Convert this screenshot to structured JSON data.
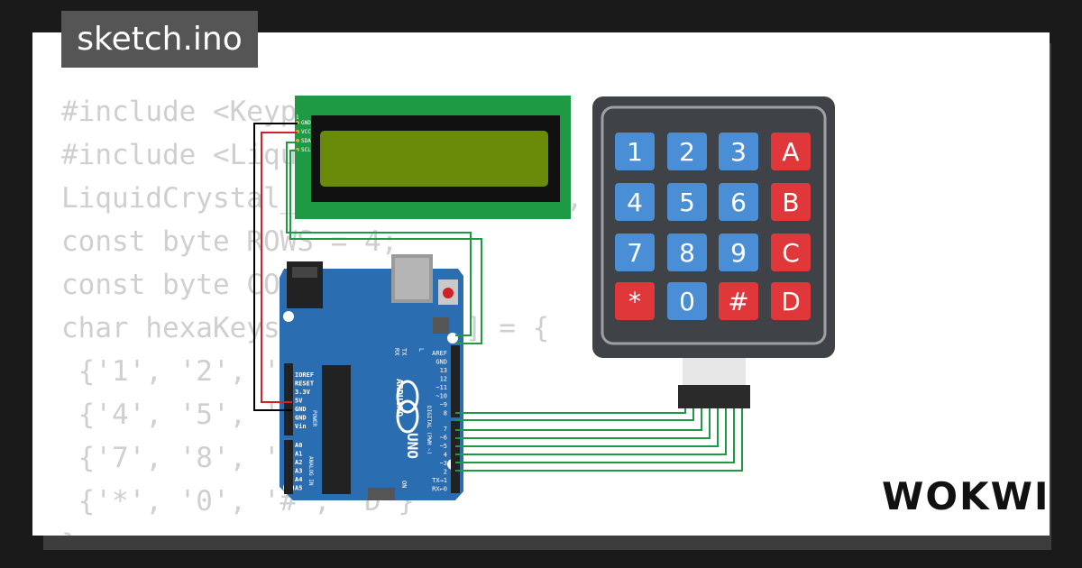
{
  "title": "sketch.ino",
  "logo_text": "WOKWI",
  "code_lines": [
    "#include <Keypad.h>",
    "#include <LiquidCrystal_I2C.h>",
    "LiquidCrystal_I2C lcd(0x27, 16, 2);",
    "const byte ROWS = 4;",
    "const byte COLS = 4;",
    "char hexaKeys[ROWS][COLS] = {",
    " {'1', '2', '3', 'A'},",
    " {'4', '5', '6', 'B'},",
    " {'7', '8', '9', 'C'},",
    " {'*', '0', '#', 'D'}",
    "};"
  ],
  "lcd": {
    "pins": [
      "GND",
      "VCC",
      "SDA",
      "SCL"
    ],
    "pin_one": "1"
  },
  "keypad": {
    "rows": [
      [
        "1",
        "2",
        "3",
        "A"
      ],
      [
        "4",
        "5",
        "6",
        "B"
      ],
      [
        "7",
        "8",
        "9",
        "C"
      ],
      [
        "*",
        "0",
        "#",
        "D"
      ]
    ],
    "colors": {
      "digit": "#4a8fd6",
      "letter": "#e0383a",
      "body": "#3f4247"
    }
  },
  "arduino": {
    "model": "UNO",
    "brand": "ARDUINO",
    "power_pins": [
      "IOREF",
      "RESET",
      "3.3V",
      "5V",
      "GND",
      "GND",
      "Vin"
    ],
    "power_label": "POWER",
    "analog_pins": [
      "A0",
      "A1",
      "A2",
      "A3",
      "A4",
      "A5"
    ],
    "analog_label": "ANALOG IN",
    "digital_top_pins": [
      "AREF",
      "GND",
      "13",
      "12",
      "~11",
      "~10",
      "~9",
      "8"
    ],
    "digital_bottom_pins": [
      "7",
      "~6",
      "~5",
      "4",
      "~3",
      "2",
      "TX→1",
      "RX←0"
    ],
    "digital_label": "DIGITAL (PWM ~)",
    "tx_label": "TX",
    "rx_label": "RX",
    "l_label": "L",
    "on_label": "ON",
    "board_color": "#2a6db0"
  }
}
